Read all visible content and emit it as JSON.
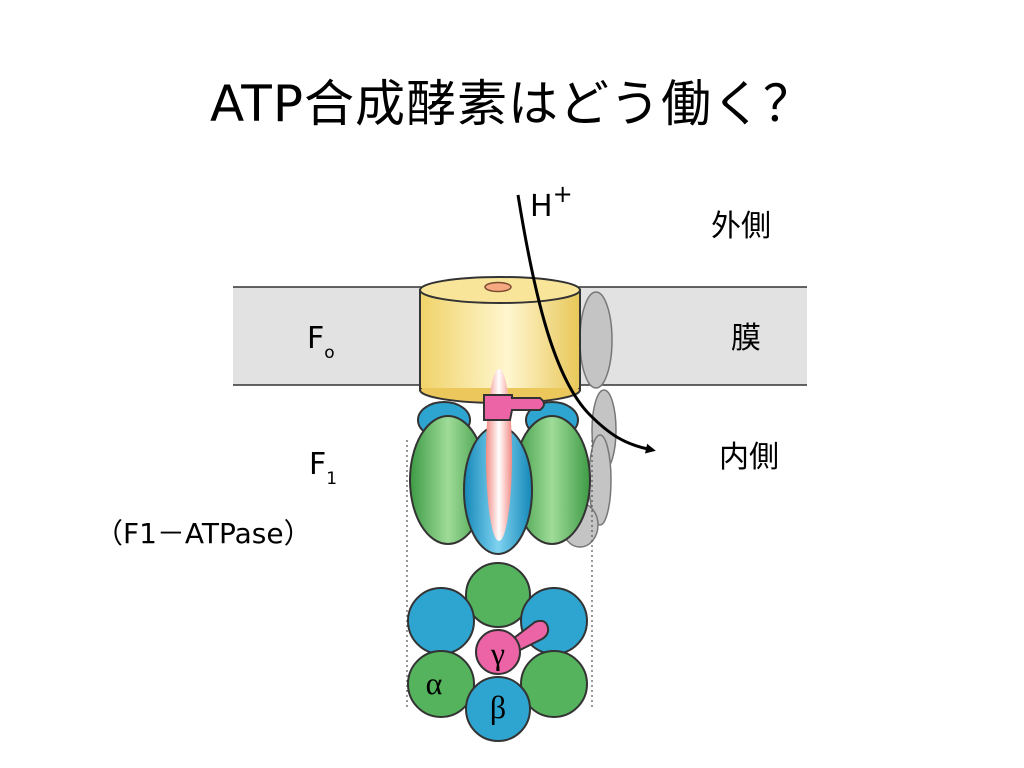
{
  "title": "ATP合成酵素はどう働く？",
  "labels": {
    "outside": "外側",
    "membrane": "膜",
    "inside": "内側",
    "proton": "H",
    "proton_sup": "+",
    "fo": "F",
    "fo_sub": "o",
    "f1": "F",
    "f1_sub": "1",
    "f1_atpase": "（F1－ATPase）"
  },
  "subunits": {
    "alpha": "α",
    "beta": "β",
    "gamma": "γ"
  },
  "colors": {
    "membrane": "#e2e2e2",
    "fo_ring": "#f6e08f",
    "alpha_subunit": "#54b35c",
    "beta_subunit": "#2ea4d0",
    "gamma_subunit": "#ec64a6",
    "stator": "#bdbdbd"
  }
}
